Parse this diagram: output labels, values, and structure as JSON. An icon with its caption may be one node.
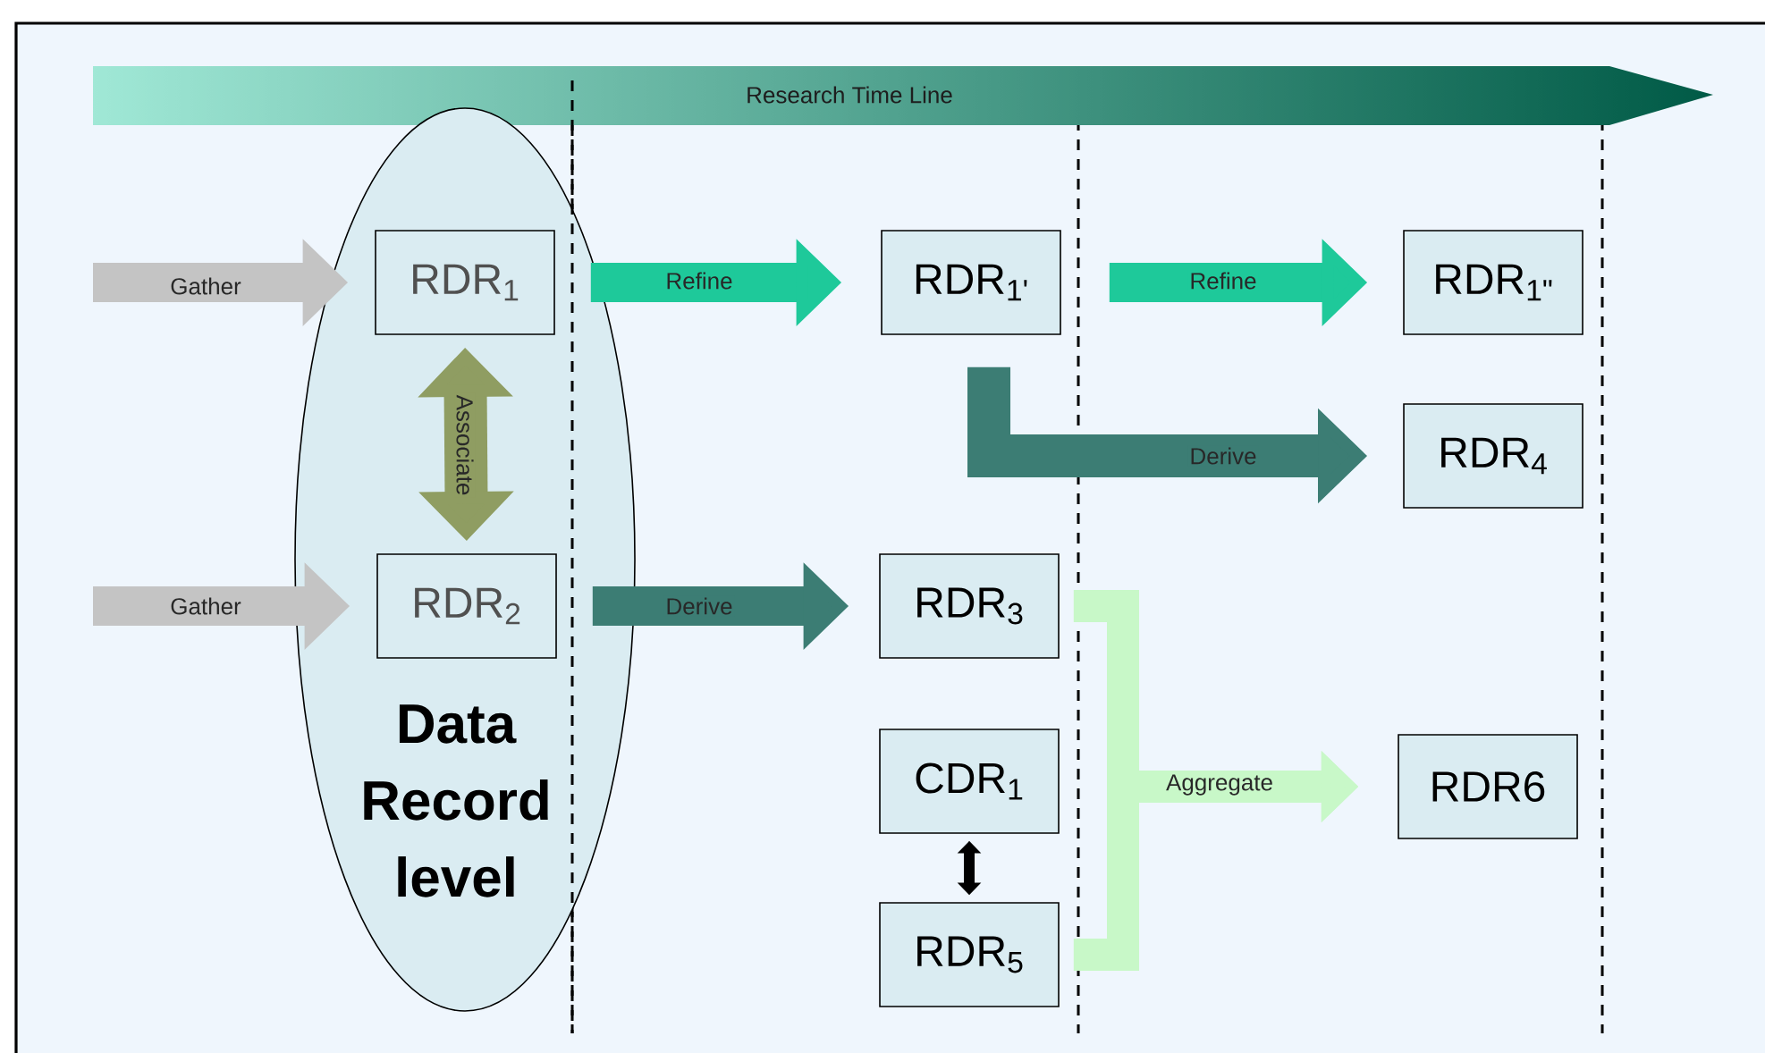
{
  "diagram": {
    "nodes": [
      {
        "text": [
          "Data Record level"
        ]
      },
      {
        "text": [
          "RDR$_{1}$"
        ],
        "in": 0
      },
      {
        "text": [
          "RDR$_{2}$"
        ],
        "in": 0
      },
      {
        "text": [
          "RDR$_{1'}$"
        ]
      },
      {
        "text": [
          "RDR$_{1\"}$"
        ]
      },
      {
        "text": [
          "RDR$_{4}$"
        ]
      },
      {
        "text": [
          "RDR$_{3}$"
        ]
      },
      {
        "text": [
          "CDR$_{1}$"
        ]
      },
      {
        "text": [
          "RDR$_{5}$"
        ]
      },
      {
        "text": [
          "RDR6"
        ]
      }
    ],
    "edges": [
      {
        "from": null,
        "to": 1,
        "arrow": "to",
        "label": "Gather",
        "color": "#c4c4c4"
      },
      {
        "from": null,
        "to": 2,
        "arrow": "to",
        "label": "Gather",
        "color": "#c4c4c4"
      },
      {
        "from": 1,
        "to": 2,
        "arrow": "both",
        "label": "Associate",
        "color": "#8f9d62"
      },
      {
        "from": 1,
        "to": 3,
        "arrow": "to",
        "label": "Refine",
        "color": "#1ec99a"
      },
      {
        "from": 3,
        "to": 4,
        "arrow": "to",
        "label": "Refine",
        "color": "#1ec99a"
      },
      {
        "from": 3,
        "to": 5,
        "arrow": "to",
        "label": "Derive",
        "color": "#3c7d74"
      },
      {
        "from": 2,
        "to": 6,
        "arrow": "to",
        "label": "Derive",
        "color": "#3c7d74"
      },
      {
        "from": 6,
        "to": 9,
        "arrow": "to",
        "label": "Aggregate",
        "color": "#c8f8c8"
      },
      {
        "from": 8,
        "to": 9,
        "arrow": "to",
        "color": "#c8f8c8"
      },
      {
        "from": 7,
        "to": 8,
        "arrow": "both",
        "color": "#000000"
      }
    ],
    "labels": [
      "Research Time Line"
    ]
  }
}
